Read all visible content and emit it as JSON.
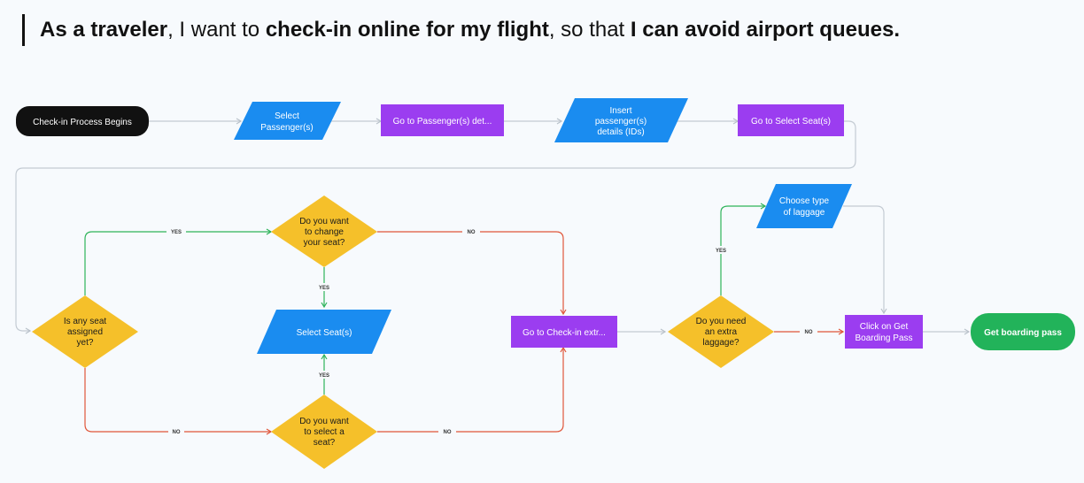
{
  "title": {
    "part1_bold": "As a traveler",
    "part2": ", I want to ",
    "part3_bold": "check-in online for my flight",
    "part4": ", so that ",
    "part5_bold": "I can avoid airport queues."
  },
  "colors": {
    "start": "#111111",
    "input": "#1a8cf0",
    "process": "#9b3df0",
    "decision": "#f5c02a",
    "end": "#22b35a",
    "line_gray": "#c4cbd3",
    "line_yes": "#2eb35a",
    "line_no": "#e0563a"
  },
  "nodes": {
    "start": "Check-in Process Begins",
    "select_passenger": [
      "Select",
      "Passenger(s)"
    ],
    "go_passenger_details": "Go to Passenger(s) det...",
    "insert_details": [
      "Insert",
      "passenger(s)",
      "details (IDs)"
    ],
    "go_select_seat": "Go to Select Seat(s)",
    "seat_assigned": [
      "Is any seat",
      "assigned",
      "yet?"
    ],
    "change_seat": [
      "Do you want",
      "to change",
      "your seat?"
    ],
    "select_seats": "Select Seat(s)",
    "want_select_seat": [
      "Do you want",
      "to select a",
      "seat?"
    ],
    "go_checkin_extra": "Go to Check-in extr...",
    "extra_luggage": [
      "Do you need",
      "an extra",
      "laggage?"
    ],
    "choose_luggage": [
      "Choose type",
      "of laggage"
    ],
    "click_boarding": [
      "Click on Get",
      "Boarding Pass"
    ],
    "get_boarding": "Get boarding pass"
  },
  "edge_labels": {
    "yes": "YES",
    "no": "NO"
  }
}
